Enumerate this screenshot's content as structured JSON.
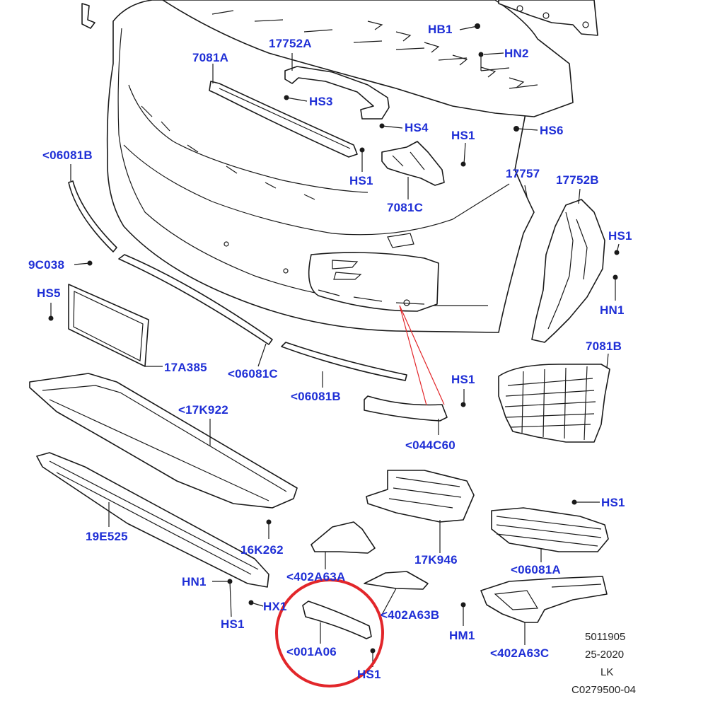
{
  "colors": {
    "label": "#1f2fd6",
    "highlight": "#e2262a",
    "line": "#1a1a1a",
    "doc_text": "#222222"
  },
  "labels": {
    "hb1": "HB1",
    "hn2": "HN2",
    "part_17752a": "17752A",
    "part_7081a": "7081A",
    "hs3": "HS3",
    "hs4": "HS4",
    "hs6": "HS6",
    "hs1_top": "HS1",
    "hs1_7081a": "HS1",
    "part_7081c": "7081C",
    "part_17757": "17757",
    "part_17752b": "17752B",
    "part_06081b_top": "<06081B",
    "part_9c038": "9C038",
    "hs5": "HS5",
    "hs1_right": "HS1",
    "hn1_right": "HN1",
    "part_7081b": "7081B",
    "part_17a385": "17A385",
    "part_06081c": "<06081C",
    "part_06081b_mid": "<06081B",
    "hs1_044c60": "HS1",
    "part_044c60": "<044C60",
    "part_17k922": "<17K922",
    "hs1_grille": "HS1",
    "part_19e525": "19E525",
    "part_16k262": "16K262",
    "part_17k946": "17K946",
    "part_06081a": "<06081A",
    "part_402a63a": "<402A63A",
    "hn1_left": "HN1",
    "hx1": "HX1",
    "part_402a63b": "<402A63B",
    "hs1_left": "HS1",
    "hm1": "HM1",
    "part_402a63c": "<402A63C",
    "part_001a06": "<001A06",
    "hs1_bottom": "HS1"
  },
  "doc_info": {
    "line1": "5011905",
    "line2": "25-2020",
    "line3": "LK",
    "line4": "C0279500-04"
  }
}
